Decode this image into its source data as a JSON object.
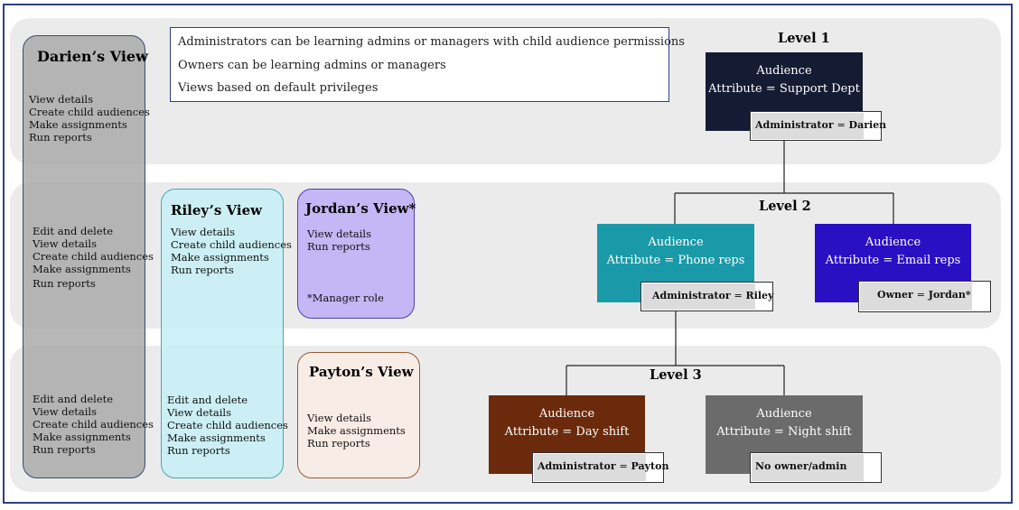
{
  "info_lines": [
    "Administrators can be learning admins or managers with child audience permissions",
    "Owners can be learning admins or managers",
    "Views based on default privileges"
  ],
  "levels": [
    "Level 1",
    "Level 2",
    "Level 3"
  ],
  "views": {
    "darien": {
      "title": "Darien’s View",
      "level1": [
        "View details",
        "Create child audiences",
        "Make assignments",
        "Run reports"
      ],
      "level2": [
        "Edit and delete",
        "View details",
        "Create child audiences",
        "Make assignments",
        "Run reports"
      ],
      "level3": [
        "Edit and delete",
        "View details",
        "Create child audiences",
        "Make assignments",
        "Run reports"
      ]
    },
    "riley": {
      "title": "Riley’s View",
      "level2": [
        "View details",
        "Create child audiences",
        "Make assignments",
        "Run reports"
      ],
      "level3": [
        "Edit and delete",
        "View details",
        "Create child audiences",
        "Make assignments",
        "Run reports"
      ]
    },
    "jordan": {
      "title": "Jordan’s View*",
      "items": [
        "View details",
        "Run reports"
      ],
      "note": "*Manager role"
    },
    "payton": {
      "title": "Payton’s View",
      "items": [
        "View details",
        "Make assignments",
        "Run reports"
      ]
    }
  },
  "audiences": {
    "support": {
      "line1": "Audience",
      "line2": "Attribute = Support Dept",
      "color": "#141b33",
      "tag_role": "Administrator",
      "tag_eq": "=",
      "tag_name": "Darien"
    },
    "phone": {
      "line1": "Audience",
      "line2": "Attribute = Phone reps",
      "color": "#1a9aa8",
      "tag_role": "Administrator",
      "tag_eq": "=",
      "tag_name": "Riley"
    },
    "email": {
      "line1": "Audience",
      "line2": "Attribute = Email reps",
      "color": "#2a0fc3",
      "tag_role": "Owner",
      "tag_eq": "=",
      "tag_name": "Jordan*"
    },
    "day": {
      "line1": "Audience",
      "line2": "Attribute = Day shift",
      "color": "#6b2a0b",
      "tag_role": "Administrator",
      "tag_eq": "=",
      "tag_name": "Payton"
    },
    "night": {
      "line1": "Audience",
      "line2": "Attribute = Night shift",
      "color": "#6b6b6b",
      "tag_role": "No owner/admin",
      "tag_eq": "",
      "tag_name": ""
    }
  }
}
